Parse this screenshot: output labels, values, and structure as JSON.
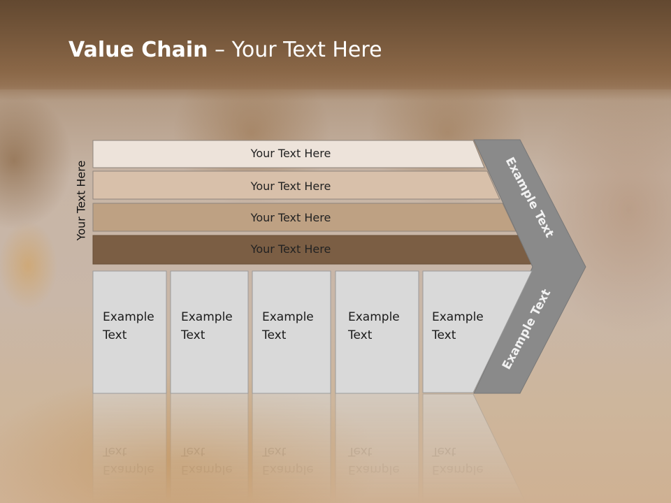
{
  "slide": {
    "title_bold": "Value Chain",
    "title_rest": " – Your Text Here",
    "vertical_label": "Your Text Here"
  },
  "bars": [
    {
      "label": "Your Text Here",
      "color": "#ede3da"
    },
    {
      "label": "Your Text Here",
      "color": "#d8c0aa"
    },
    {
      "label": "Your Text Here",
      "color": "#bea183"
    },
    {
      "label": "Your Text Here",
      "color": "#7b5e44"
    }
  ],
  "boxes": [
    {
      "line1": "Example",
      "line2": "Text"
    },
    {
      "line1": "Example",
      "line2": "Text"
    },
    {
      "line1": "Example",
      "line2": "Text"
    },
    {
      "line1": "Example",
      "line2": "Text"
    },
    {
      "line1": "Example",
      "line2": "Text"
    }
  ],
  "arrow": {
    "upper_label": "Example Text",
    "lower_label": "Example Text",
    "color": "#8a8a8a"
  }
}
